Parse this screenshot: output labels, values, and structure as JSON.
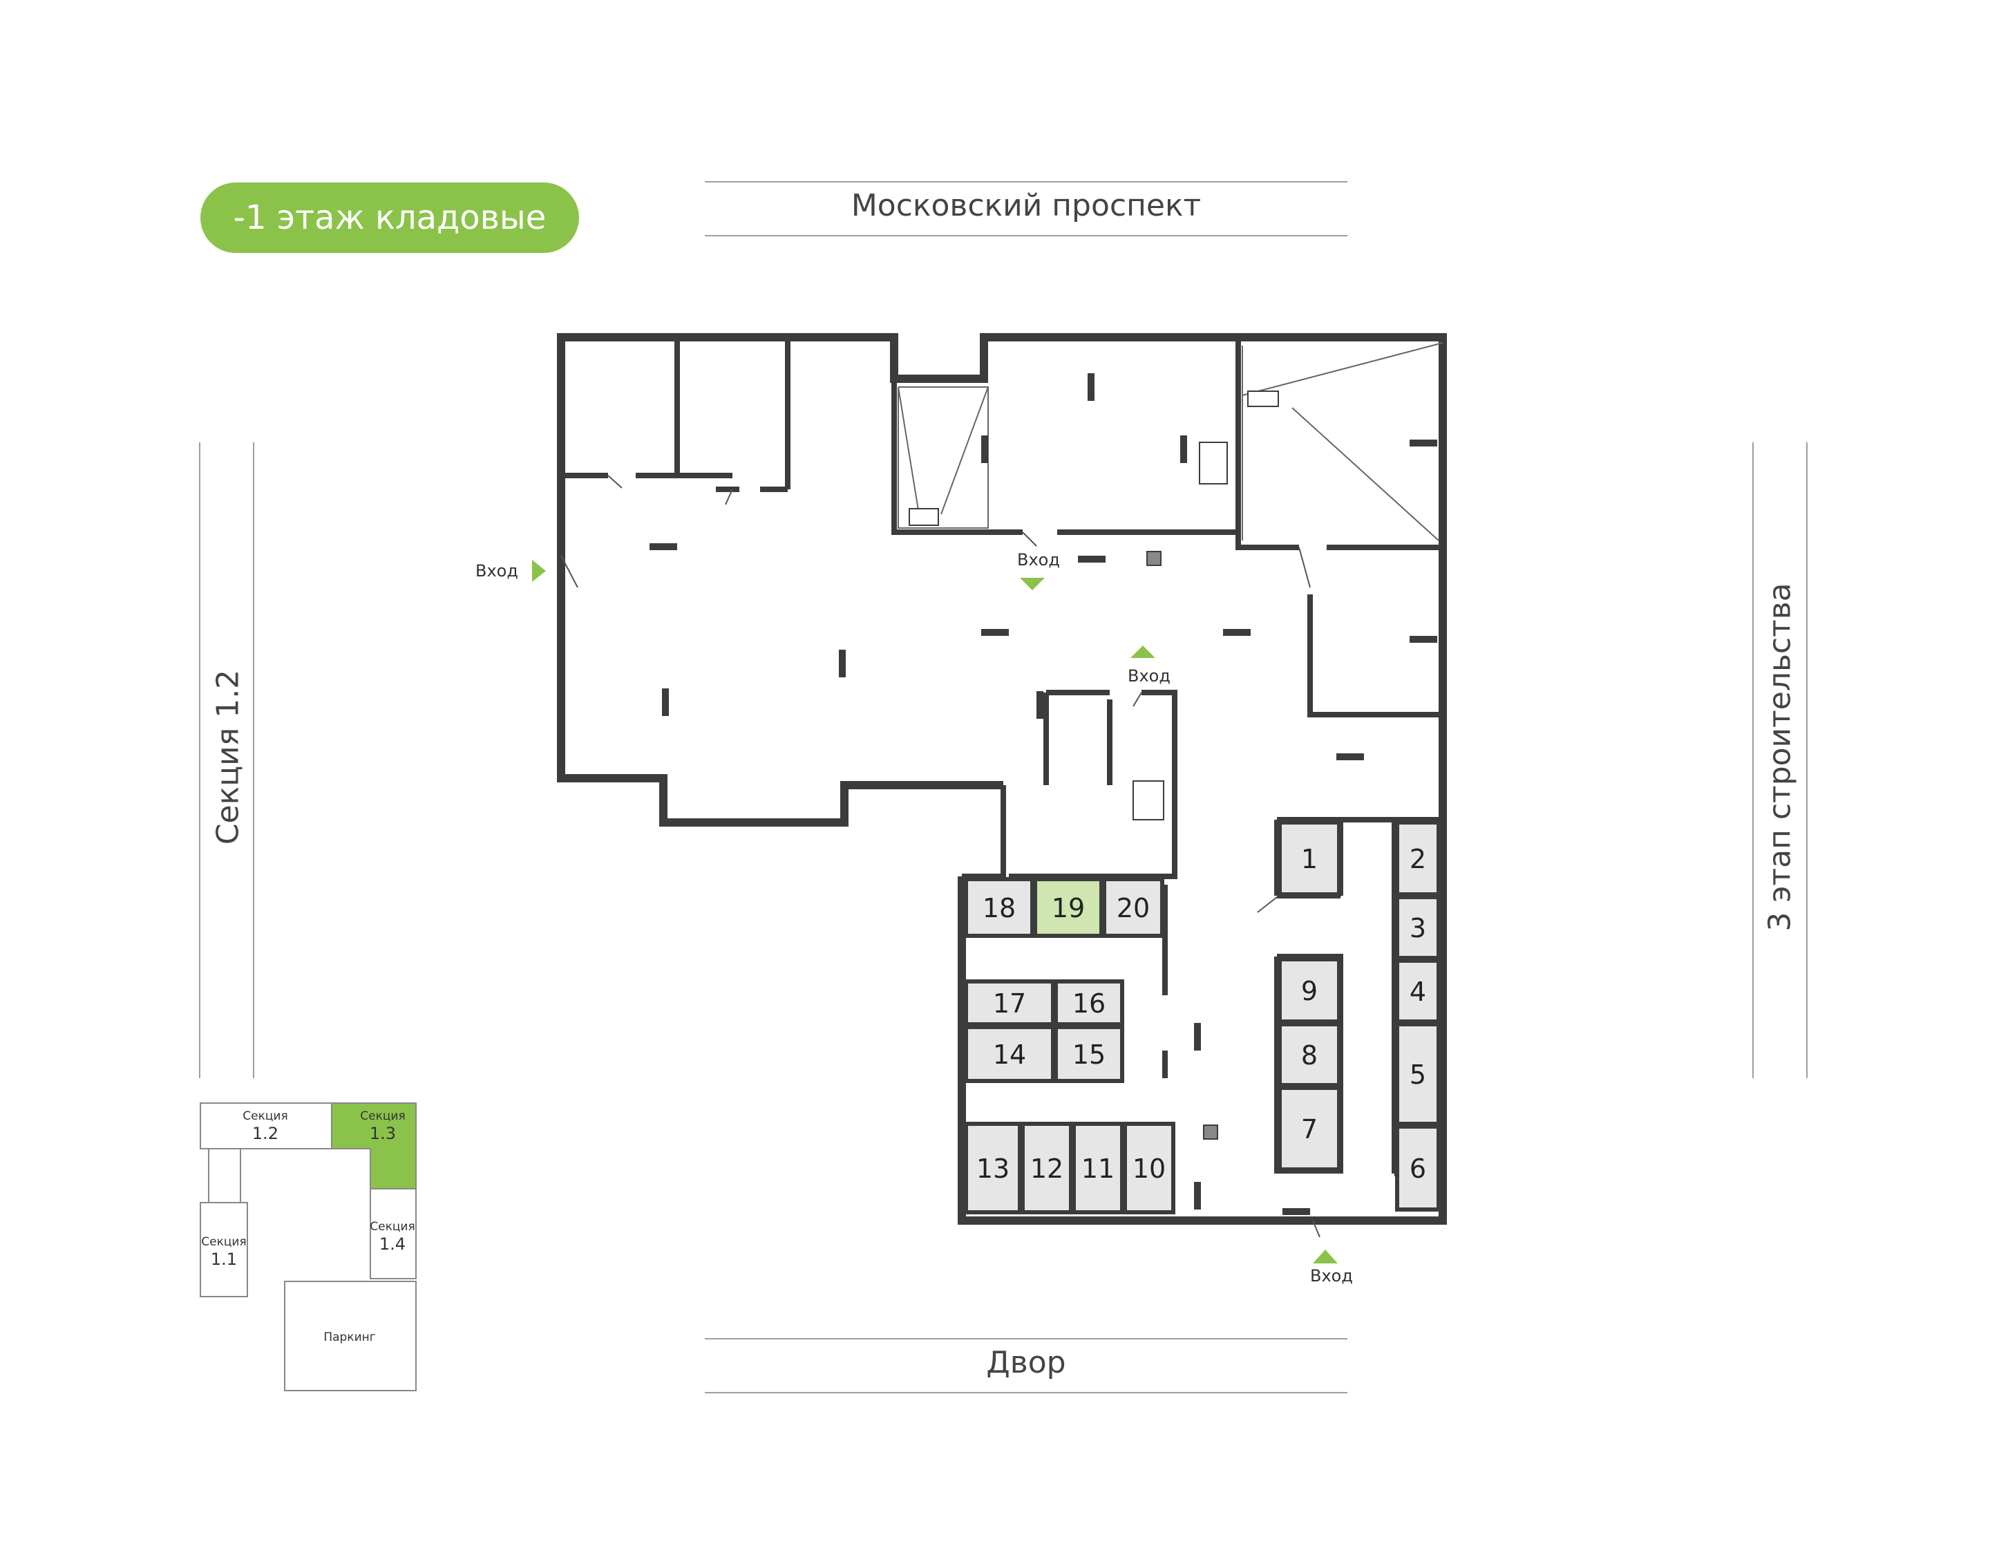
{
  "title": "-1 этаж кладовые",
  "streets": {
    "top": "Московский проспект",
    "bottom": "Двор",
    "left": "Секция 1.2",
    "right": "3 этап строительства"
  },
  "entrance_label": "Вход",
  "colors": {
    "accent": "#8BC34A",
    "selected_unit": "#CFE6B0",
    "unit_fill": "#E6E6E6",
    "wall": "#3c3c3c"
  },
  "selected_unit": "19",
  "units": [
    "1",
    "2",
    "3",
    "4",
    "5",
    "6",
    "7",
    "8",
    "9",
    "10",
    "11",
    "12",
    "13",
    "14",
    "15",
    "16",
    "17",
    "18",
    "19",
    "20"
  ],
  "minimap": {
    "sections": [
      {
        "id": "s12",
        "line1": "Секция",
        "line2": "1.2",
        "highlight": false
      },
      {
        "id": "s13",
        "line1": "Секция",
        "line2": "1.3",
        "highlight": true
      },
      {
        "id": "s11",
        "line1": "Секция",
        "line2": "1.1",
        "highlight": false
      },
      {
        "id": "s14",
        "line1": "Секция",
        "line2": "1.4",
        "highlight": false
      }
    ],
    "parking": "Паркинг"
  }
}
